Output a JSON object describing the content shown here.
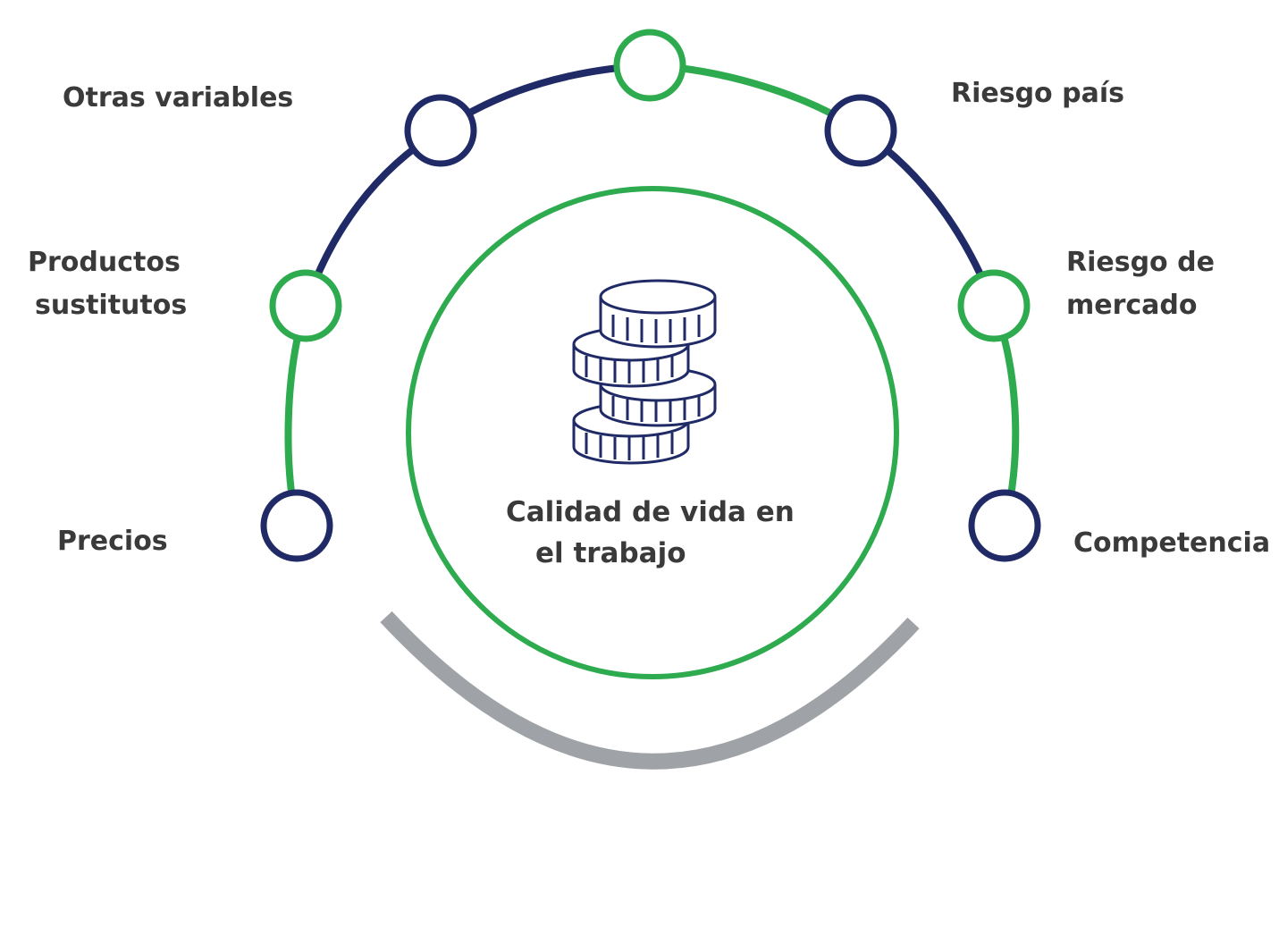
{
  "colors": {
    "green": "#2eaa4f",
    "navy": "#1f2a66",
    "gray": "#9fa2a6",
    "text": "#3a3a3a"
  },
  "center": {
    "icon": "coin-stack-icon",
    "line1": "Calidad de vida en",
    "line2": "el trabajo"
  },
  "nodes": [
    {
      "id": "precios",
      "label_lines": [
        "Precios"
      ],
      "color": "navy"
    },
    {
      "id": "productos-sustitutos",
      "label_lines": [
        "Productos",
        "sustitutos"
      ],
      "color": "green"
    },
    {
      "id": "otras-variables",
      "label_lines": [
        "Otras variables"
      ],
      "color": "navy"
    },
    {
      "id": "top",
      "label_lines": [],
      "color": "green"
    },
    {
      "id": "riesgo-pais",
      "label_lines": [
        "Riesgo país"
      ],
      "color": "navy"
    },
    {
      "id": "riesgo-de-mercado",
      "label_lines": [
        "Riesgo de",
        "mercado"
      ],
      "color": "green"
    },
    {
      "id": "competencia",
      "label_lines": [
        "Competencia"
      ],
      "color": "navy"
    }
  ]
}
